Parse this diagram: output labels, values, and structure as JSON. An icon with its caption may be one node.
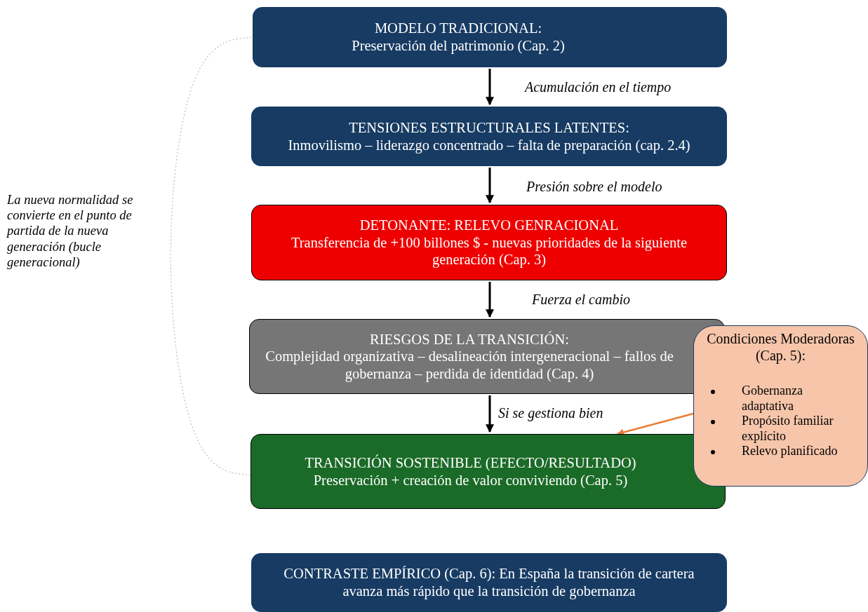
{
  "diagram": {
    "nodes": [
      {
        "text": [
          "MODELO TRADICIONAL:",
          "Preservación del patrimonio (Cap. 2)"
        ]
      },
      {
        "text": [
          "TENSIONES ESTRUCTURALES LATENTES:",
          "Inmovilismo – liderazgo concentrado – falta de preparación (cap. 2.4)"
        ]
      },
      {
        "text": [
          "DETONANTE: RELEVO GENRACIONAL",
          "Transferencia de +100 billones $ - nuevas prioridades de la siguiente generación (Cap. 3)"
        ]
      },
      {
        "text": [
          "RIESGOS DE LA TRANSICIÓN:",
          "Complejidad organizativa – desalineación intergeneracional – fallos de gobernanza – perdida de identidad (Cap. 4)"
        ]
      },
      {
        "text": [
          "TRANSICIÓN SOSTENIBLE (EFECTO/RESULTADO)",
          "Preservación + creación de valor conviviendo (Cap. 5)"
        ]
      },
      {
        "text": [
          "Condiciones Moderadoras (Cap. 5):",
          "Gobernanza adaptativa",
          "Propósito familiar explícito",
          "Relevo planificado"
        ]
      },
      {
        "text": [
          "CONTRASTE EMPÍRICO (Cap. 6): En España la transición de cartera avanza más rápido que la transición de gobernanza"
        ]
      }
    ],
    "edges": [
      {
        "from": 0,
        "to": 1,
        "arrow": "to",
        "label": "Acumulación en el tiempo"
      },
      {
        "from": 1,
        "to": 2,
        "arrow": "to",
        "label": "Presión sobre el modelo"
      },
      {
        "from": 2,
        "to": 3,
        "arrow": "to",
        "label": "Fuerza el cambio"
      },
      {
        "from": 3,
        "to": 4,
        "arrow": "to",
        "label": "Si se gestiona bien"
      },
      {
        "from": 5,
        "to": 4,
        "arrow": "to",
        "color": "#ed7d31"
      },
      {
        "from": 4,
        "to": 0,
        "arrow": "none",
        "style": "dashed",
        "color": "#c0c0c0",
        "label": "La nueva normalidad se convierte en el punto de partida de la nueva generación (bucle generacional)"
      }
    ]
  }
}
